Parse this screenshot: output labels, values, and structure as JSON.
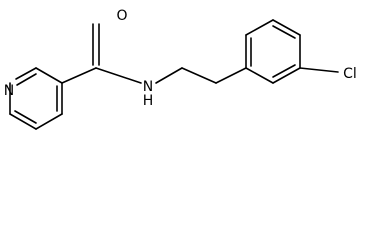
{
  "molecule": {
    "atoms": {
      "oxygen": "O",
      "amide_nitrogen": "N",
      "amide_hydrogen": "H",
      "pyridine_nitrogen": "N",
      "chlorine": "Cl"
    }
  },
  "colors": {
    "bond": "#000000",
    "label": "#000000",
    "background": "#ffffff"
  }
}
